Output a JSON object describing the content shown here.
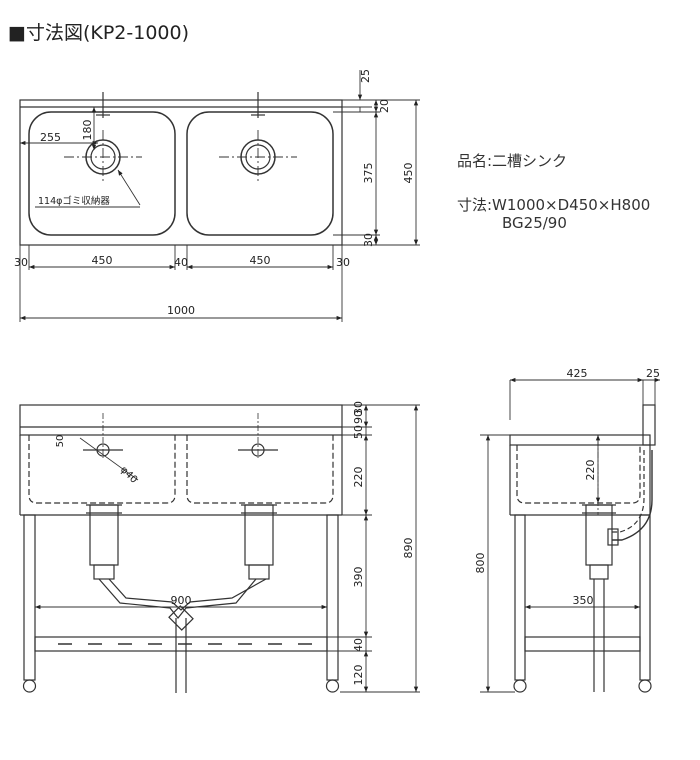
{
  "title": "■寸法図(KP2-1000)",
  "specs": {
    "name_label": "品名:二槽シンク",
    "size_label": "寸法:W1000×D450×H800",
    "bg_label": "BG25/90"
  },
  "top_view": {
    "dim_total_width": "1000",
    "dim_left_margin": "30",
    "dim_bowl1": "450",
    "dim_mid": "40",
    "dim_bowl2": "450",
    "dim_right_margin": "30",
    "dim_bg_depth": "25",
    "dim_top_gap": "20",
    "dim_bowl_depth": "375",
    "dim_bottom_gap": "30",
    "dim_total_depth": "450",
    "dim_drain_x": "255",
    "dim_drain_y": "180",
    "drain_note": "114φゴミ収納器"
  },
  "front_view": {
    "dim_bg_height": "90",
    "dim_rim": "50",
    "dim_rim2": "30",
    "dim_overflow": "50",
    "dim_overflow_dia": "φ40",
    "dim_bowl_height": "220",
    "dim_drain_height": "390",
    "dim_shelf": "40",
    "dim_foot": "120",
    "dim_total_height": "890",
    "dim_drain_pitch": "900"
  },
  "side_view": {
    "dim_depth": "425",
    "dim_bg": "25",
    "dim_bowl_height": "220",
    "dim_height": "800",
    "dim_drain_offset": "350"
  }
}
